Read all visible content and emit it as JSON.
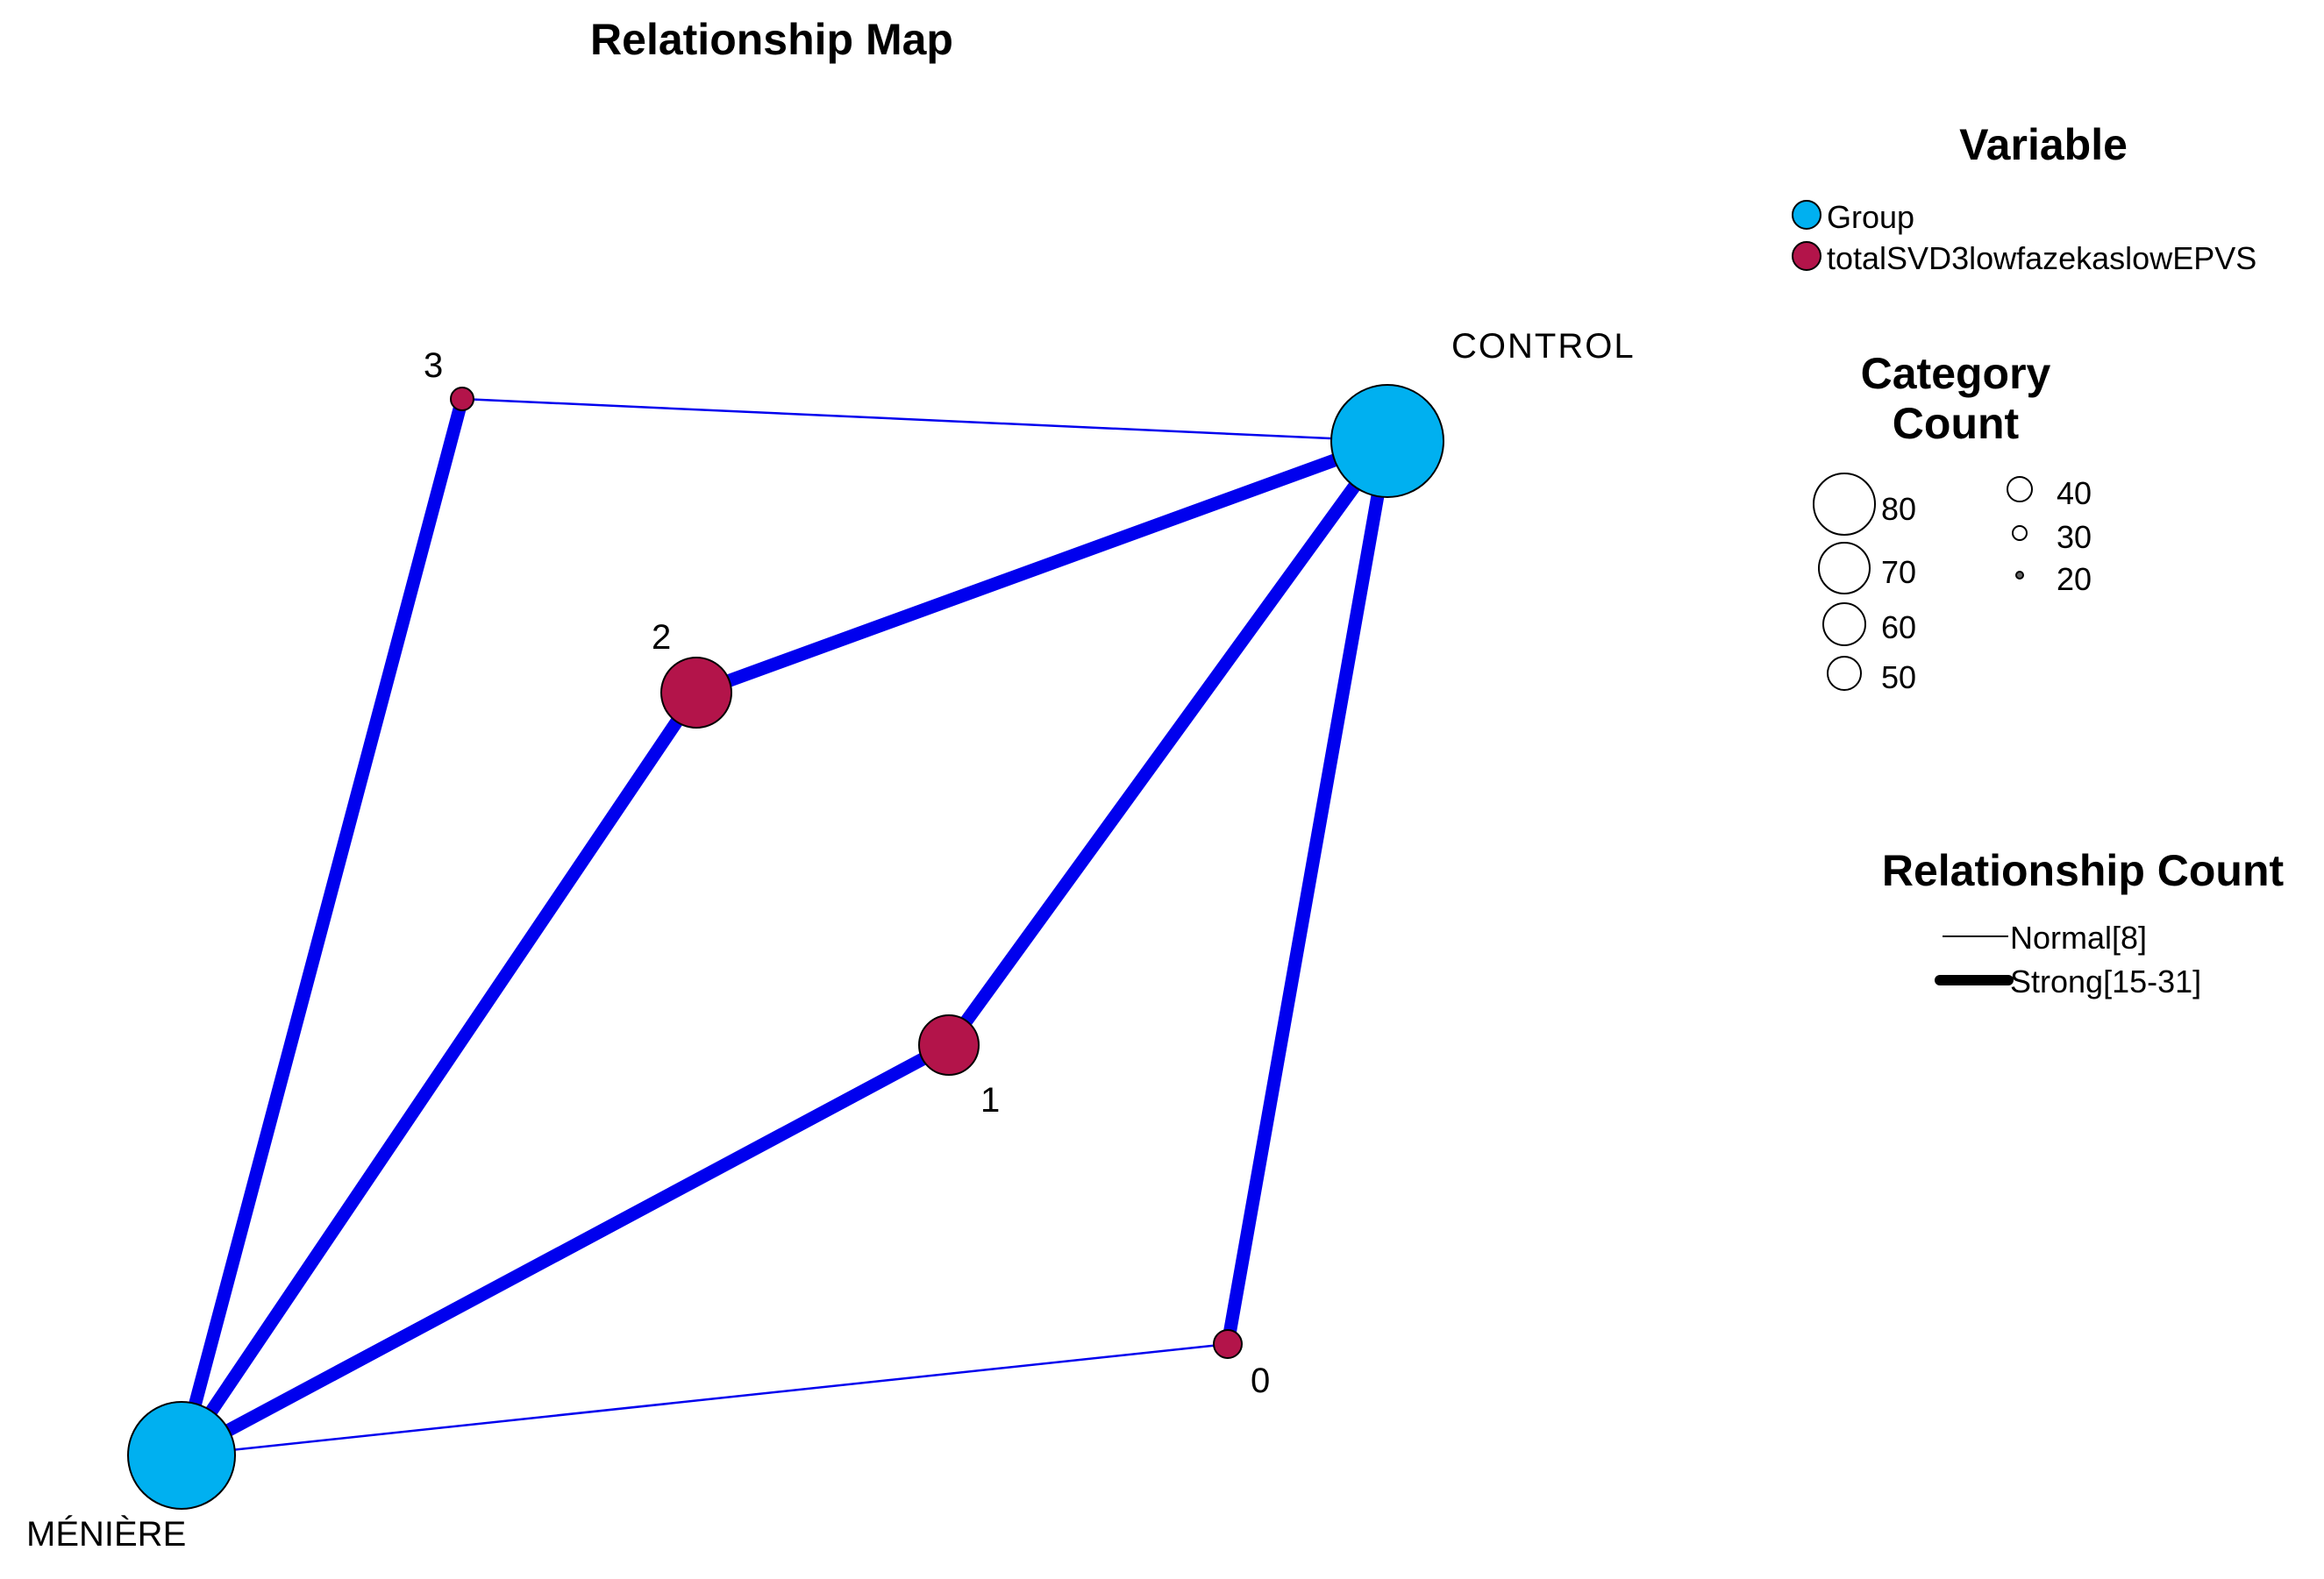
{
  "title": "Relationship Map",
  "colors": {
    "group": "#00b0f0",
    "total": "#b3144a",
    "edge": "#0000ee",
    "outline": "#000000"
  },
  "legend": {
    "variable": {
      "title": "Variable",
      "items": [
        {
          "label": "Group",
          "color": "#00b0f0"
        },
        {
          "label": "totalSVD3lowfazekaslowEPVS",
          "color": "#b3144a"
        }
      ]
    },
    "category_count": {
      "title_line1": "Category",
      "title_line2": "Count",
      "sizes": [
        {
          "value": 80,
          "label": "80"
        },
        {
          "value": 70,
          "label": "70"
        },
        {
          "value": 60,
          "label": "60"
        },
        {
          "value": 50,
          "label": "50"
        },
        {
          "value": 40,
          "label": "40"
        },
        {
          "value": 30,
          "label": "30"
        },
        {
          "value": 20,
          "label": "20"
        }
      ]
    },
    "relationship_count": {
      "title": "Relationship Count",
      "items": [
        {
          "label": "Normal[8]",
          "strength": "normal"
        },
        {
          "label": "Strong[15-31]",
          "strength": "strong"
        }
      ]
    }
  },
  "nodes": [
    {
      "id": "control",
      "label": "CONTROL",
      "variable": "Group"
    },
    {
      "id": "meniere",
      "label": "MÉNIÈRE",
      "variable": "Group"
    },
    {
      "id": "n3",
      "label": "3",
      "variable": "totalSVD3lowfazekaslowEPVS"
    },
    {
      "id": "n2",
      "label": "2",
      "variable": "totalSVD3lowfazekaslowEPVS"
    },
    {
      "id": "n1",
      "label": "1",
      "variable": "totalSVD3lowfazekaslowEPVS"
    },
    {
      "id": "n0",
      "label": "0",
      "variable": "totalSVD3lowfazekaslowEPVS"
    }
  ],
  "edges": [
    {
      "from": "n3",
      "to": "control",
      "strength": "normal"
    },
    {
      "from": "n3",
      "to": "meniere",
      "strength": "strong"
    },
    {
      "from": "n2",
      "to": "control",
      "strength": "strong"
    },
    {
      "from": "n2",
      "to": "meniere",
      "strength": "strong"
    },
    {
      "from": "n1",
      "to": "control",
      "strength": "strong"
    },
    {
      "from": "n1",
      "to": "meniere",
      "strength": "strong"
    },
    {
      "from": "n0",
      "to": "control",
      "strength": "strong"
    },
    {
      "from": "n0",
      "to": "meniere",
      "strength": "normal"
    }
  ]
}
